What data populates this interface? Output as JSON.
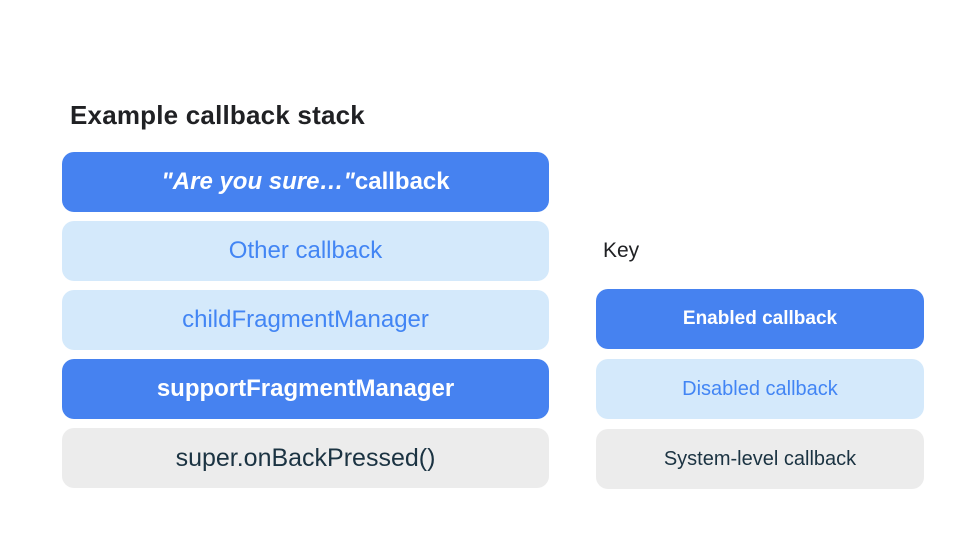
{
  "title": "Example callback stack",
  "key_label": "Key",
  "stack": [
    {
      "label_em": "\"Are you sure…\"",
      "label_rest": " callback",
      "type": "enabled"
    },
    {
      "label": "Other callback",
      "type": "disabled"
    },
    {
      "label": "childFragmentManager",
      "type": "disabled"
    },
    {
      "label": "supportFragmentManager",
      "type": "enabled"
    },
    {
      "label": "super.onBackPressed()",
      "type": "system"
    }
  ],
  "key": [
    {
      "label": "Enabled callback",
      "type": "enabled"
    },
    {
      "label": "Disabled callback",
      "type": "disabled"
    },
    {
      "label": "System-level callback",
      "type": "system"
    }
  ],
  "colors": {
    "enabled_bg": "#4682F0",
    "enabled_text": "#FFFFFF",
    "disabled_bg": "#D4E9FB",
    "disabled_text": "#4285F4",
    "system_bg": "#ECECEC",
    "system_text": "#1B3342",
    "title_text": "#202124"
  }
}
